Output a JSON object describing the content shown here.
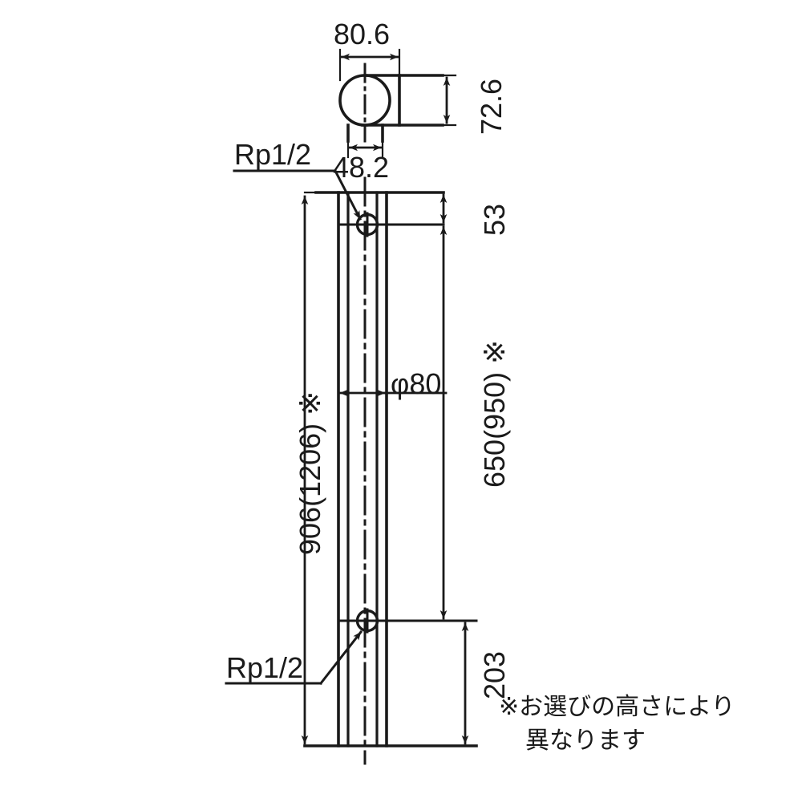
{
  "drawing": {
    "title": "Faucet post / column technical dimension drawing",
    "line_color": "#1a1a1a",
    "background_color": "#ffffff",
    "units": "mm"
  },
  "dimensions": {
    "top_width": "80.6",
    "top_depth": "72.6",
    "base_width": "48.2",
    "hole_from_top": "53",
    "post_diameter": "φ80",
    "hole_from_bottom": "203",
    "overall_height": "906(1206)",
    "upper_span": "650(950)",
    "note_marker": "※"
  },
  "labels": {
    "thread_top": "Rp1/2",
    "thread_bottom": "Rp1/2",
    "overall_height_label": "906(1206) ※",
    "upper_span_label": "650(950) ※"
  },
  "note": {
    "line1": "※お選びの高さにより",
    "line2": "異なります"
  },
  "icons": {
    "hole_top": "crosshair-circle-icon",
    "hole_bottom": "crosshair-circle-icon",
    "centerline": "center-dash-line-icon"
  }
}
